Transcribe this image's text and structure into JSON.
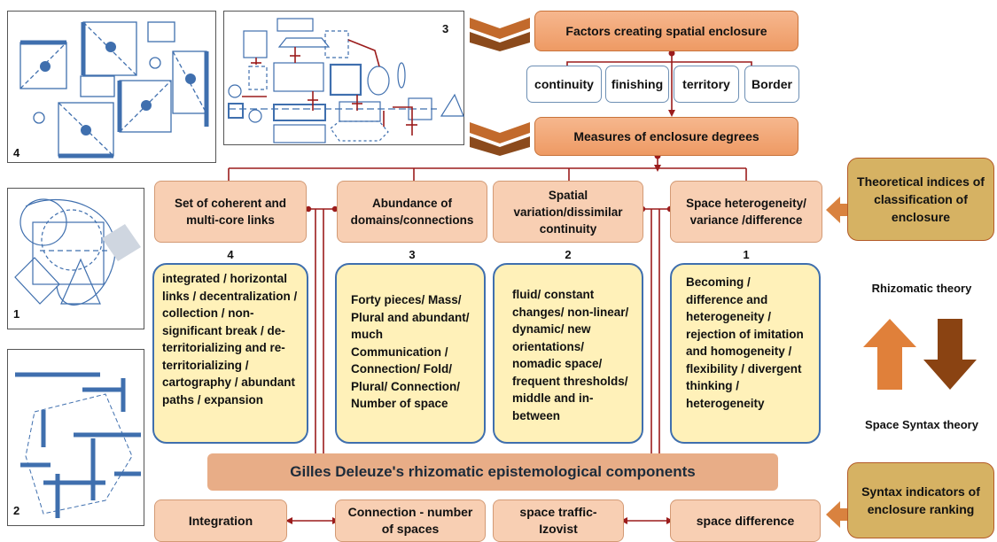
{
  "panels": {
    "p4": "4",
    "p3": "3",
    "p1": "1",
    "p2": "2"
  },
  "header": {
    "factors_title": "Factors creating spatial enclosure",
    "factors": [
      "continuity",
      "finishing",
      "territory",
      "Border"
    ],
    "measures_title": "Measures of enclosure degrees"
  },
  "columns": [
    {
      "title": "Set of coherent and multi-core links",
      "number": "4",
      "body": "integrated / horizontal links / decentralization / collection / non-significant break / de-territorializing and re-territorializing / cartography / abundant paths / expansion"
    },
    {
      "title": "Abundance of domains/connections",
      "number": "3",
      "body": "Forty pieces/ Mass/ Plural and abundant/ much Communication / Connection/ Fold/ Plural/ Connection/ Number of space"
    },
    {
      "title": "Spatial variation/dissimilar continuity",
      "number": "2",
      "body": "fluid/ constant changes/ non-linear/ dynamic/ new orientations/ nomadic space/ frequent thresholds/ middle and in-between"
    },
    {
      "title": "Space heterogeneity/ variance /difference",
      "number": "1",
      "body": "Becoming / difference and heterogeneity / rejection of imitation and homogeneity / flexibility / divergent thinking / heterogeneity"
    }
  ],
  "deleuze_bar": "Gilles Deleuze's rhizomatic epistemological components",
  "syntax_row": [
    "Integration",
    "Connection - number of spaces",
    "space traffic- Izovist",
    "space difference"
  ],
  "side": {
    "theoretical": "Theoretical indices of classification of enclosure",
    "rhizomatic": "Rhizomatic theory",
    "space_syntax": "Space Syntax theory",
    "syntax_indicators": "Syntax indicators of enclosure ranking"
  },
  "colors": {
    "orange": "#ee9a64",
    "peach": "#f8cfb3",
    "yellow": "#fff1b9",
    "gold": "#d6b263",
    "line": "#9b1c1c",
    "blue": "#3f6fae"
  }
}
